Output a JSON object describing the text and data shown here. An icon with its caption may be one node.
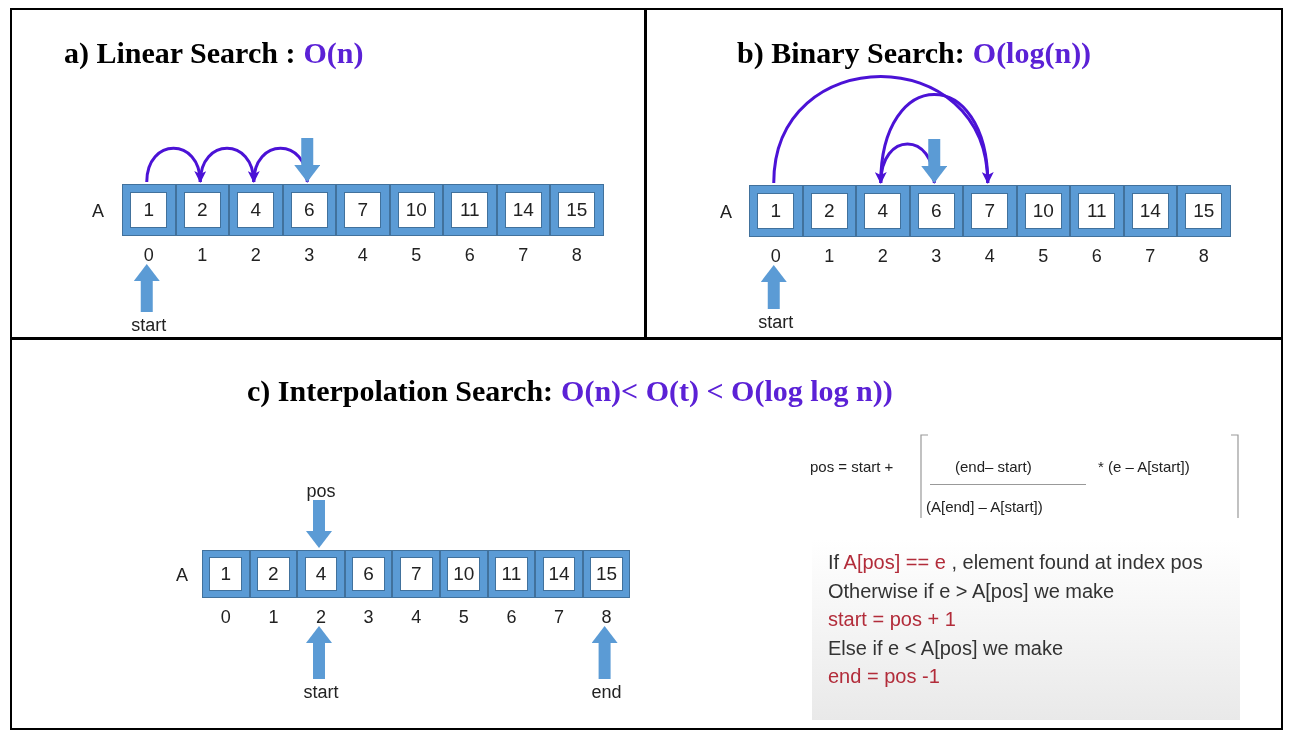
{
  "diagram": {
    "nodes": [
      {
        "text": [
          "a) Linear Search :",
          "O(n)"
        ]
      },
      {
        "text": [
          "1"
        ],
        "in": 0
      },
      {
        "text": [
          "2"
        ],
        "in": 0
      },
      {
        "text": [
          "4"
        ],
        "in": 0
      },
      {
        "text": [
          "6"
        ],
        "in": 0
      },
      {
        "text": [
          "7"
        ],
        "in": 0
      },
      {
        "text": [
          "10"
        ],
        "in": 0
      },
      {
        "text": [
          "11"
        ],
        "in": 0
      },
      {
        "text": [
          "14"
        ],
        "in": 0
      },
      {
        "text": [
          "15"
        ],
        "in": 0
      },
      {
        "text": [
          "0"
        ],
        "in": 0
      },
      {
        "text": [
          "1"
        ],
        "in": 0
      },
      {
        "text": [
          "2"
        ],
        "in": 0
      },
      {
        "text": [
          "3"
        ],
        "in": 0
      },
      {
        "text": [
          "4"
        ],
        "in": 0
      },
      {
        "text": [
          "5"
        ],
        "in": 0
      },
      {
        "text": [
          "6"
        ],
        "in": 0
      },
      {
        "text": [
          "7"
        ],
        "in": 0
      },
      {
        "text": [
          "8"
        ],
        "in": 0
      },
      {
        "text": [
          "start"
        ],
        "in": 0
      },
      {
        "text": [
          "b) Binary Search:",
          "O(log(n))"
        ]
      },
      {
        "text": [
          "1"
        ],
        "in": 20
      },
      {
        "text": [
          "2"
        ],
        "in": 20
      },
      {
        "text": [
          "4"
        ],
        "in": 20
      },
      {
        "text": [
          "6"
        ],
        "in": 20
      },
      {
        "text": [
          "7"
        ],
        "in": 20
      },
      {
        "text": [
          "10"
        ],
        "in": 20
      },
      {
        "text": [
          "11"
        ],
        "in": 20
      },
      {
        "text": [
          "14"
        ],
        "in": 20
      },
      {
        "text": [
          "15"
        ],
        "in": 20
      },
      {
        "text": [
          "0"
        ],
        "in": 20
      },
      {
        "text": [
          "1"
        ],
        "in": 20
      },
      {
        "text": [
          "2"
        ],
        "in": 20
      },
      {
        "text": [
          "3"
        ],
        "in": 20
      },
      {
        "text": [
          "4"
        ],
        "in": 20
      },
      {
        "text": [
          "5"
        ],
        "in": 20
      },
      {
        "text": [
          "6"
        ],
        "in": 20
      },
      {
        "text": [
          "7"
        ],
        "in": 20
      },
      {
        "text": [
          "8"
        ],
        "in": 20
      },
      {
        "text": [
          "start"
        ],
        "in": 20
      },
      {
        "text": [
          "c) Interpolation Search:",
          "O(n)< O(t) < O(log log n))"
        ]
      },
      {
        "text": [
          "1"
        ],
        "in": 40
      },
      {
        "text": [
          "2"
        ],
        "in": 40
      },
      {
        "text": [
          "4"
        ],
        "in": 40
      },
      {
        "text": [
          "6"
        ],
        "in": 40
      },
      {
        "text": [
          "7"
        ],
        "in": 40
      },
      {
        "text": [
          "10"
        ],
        "in": 40
      },
      {
        "text": [
          "11"
        ],
        "in": 40
      },
      {
        "text": [
          "14"
        ],
        "in": 40
      },
      {
        "text": [
          "15"
        ],
        "in": 40
      },
      {
        "text": [
          "0"
        ],
        "in": 40
      },
      {
        "text": [
          "1"
        ],
        "in": 40
      },
      {
        "text": [
          "2"
        ],
        "in": 40
      },
      {
        "text": [
          "3"
        ],
        "in": 40
      },
      {
        "text": [
          "4"
        ],
        "in": 40
      },
      {
        "text": [
          "5"
        ],
        "in": 40
      },
      {
        "text": [
          "6"
        ],
        "in": 40
      },
      {
        "text": [
          "7"
        ],
        "in": 40
      },
      {
        "text": [
          "8"
        ],
        "in": 40
      },
      {
        "text": [
          "pos"
        ],
        "in": 40
      },
      {
        "text": [
          "start"
        ],
        "in": 40
      },
      {
        "text": [
          "end"
        ],
        "in": 40
      }
    ],
    "edges": [
      {
        "from": 1,
        "to": 2,
        "arrow": "to",
        "color": "#4b12d6"
      },
      {
        "from": 2,
        "to": 3,
        "arrow": "to",
        "color": "#4b12d6"
      },
      {
        "from": 3,
        "to": 4,
        "arrow": "to",
        "color": "#4b12d6"
      },
      {
        "from": null,
        "to": 4,
        "arrow": "to"
      },
      {
        "from": 19,
        "to": 10,
        "arrow": "to"
      },
      {
        "from": 21,
        "to": 25,
        "arrow": "to",
        "color": "#4b12d6"
      },
      {
        "from": 25,
        "to": 23,
        "arrow": "to",
        "color": "#4b12d6"
      },
      {
        "from": 23,
        "to": 24,
        "arrow": "to",
        "color": "#4b12d6"
      },
      {
        "from": null,
        "to": 24,
        "arrow": "to"
      },
      {
        "from": 39,
        "to": 30,
        "arrow": "to"
      },
      {
        "from": 59,
        "to": 43,
        "arrow": "to"
      },
      {
        "from": 60,
        "to": 52,
        "arrow": "to"
      },
      {
        "from": 61,
        "to": 58,
        "arrow": "to"
      }
    ],
    "labels": [
      "A",
      "A",
      "A",
      "pos = start +",
      "(end– start)",
      "(A[end] – A[start])",
      "* (e – A[start])",
      "If",
      "A[pos] == e",
      ", element found at index pos",
      "Otherwise if e > A[pos] we make",
      "start = pos + 1",
      "Else if e < A[pos] we make",
      "end = pos -1"
    ]
  }
}
